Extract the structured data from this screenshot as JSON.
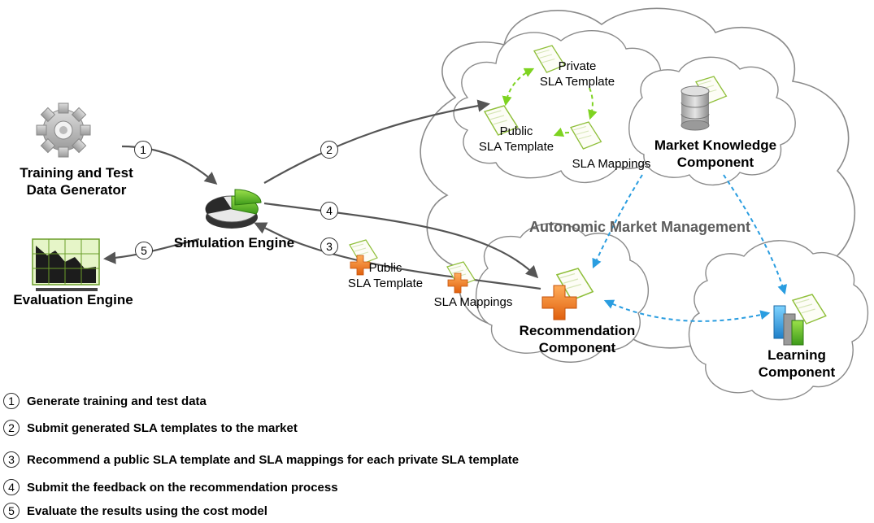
{
  "nodes": {
    "generator": "Training and Test\nData Generator",
    "simulation": "Simulation Engine",
    "evaluation": "Evaluation Engine",
    "market_knowledge": "Market Knowledge\nComponent",
    "recommendation": "Recommendation\nComponent",
    "learning": "Learning\nComponent"
  },
  "labels": {
    "private_template": "Private\nSLA Template",
    "public_template_top": "Public\nSLA Template",
    "sla_mappings_top": "SLA Mappings",
    "public_template_bottom": "Public\nSLA Template",
    "sla_mappings_bottom": "SLA Mappings",
    "autonomic": "Autonomic Market Management"
  },
  "steps": [
    "1",
    "2",
    "3",
    "4",
    "5"
  ],
  "legend": [
    {
      "num": "1",
      "text": "Generate training and test data"
    },
    {
      "num": "2",
      "text": "Submit generated SLA templates to the market"
    },
    {
      "num": "3",
      "text": "Recommend a public SLA template and SLA mappings for each private SLA template"
    },
    {
      "num": "4",
      "text": "Submit the feedback on the recommendation process"
    },
    {
      "num": "5",
      "text": "Evaluate the results using the cost model"
    }
  ],
  "colors": {
    "cloud_stroke": "#8a8a8a",
    "cloud_fill": "#ffffff",
    "arrow_dark": "#555555",
    "arrow_green": "#7ed321",
    "arrow_blue": "#2a9de0",
    "title_gray": "#5c5c5c",
    "plus_orange": "#f07a1a"
  },
  "icons": {
    "gear": "gear-icon",
    "pie": "pie-chart-icon",
    "stock": "stock-chart-icon",
    "database": "database-icon",
    "document": "document-icon",
    "plus": "plus-icon",
    "bars": "bar-chart-icon"
  }
}
